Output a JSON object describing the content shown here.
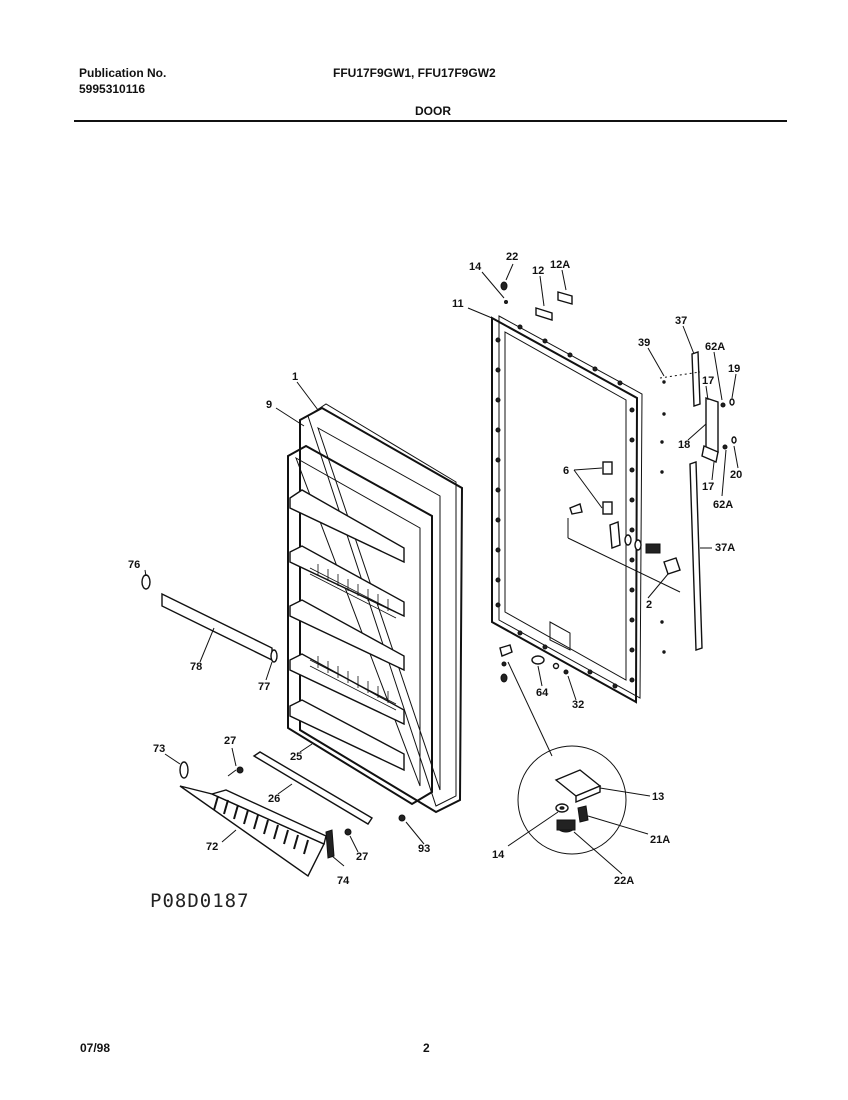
{
  "header": {
    "publication_label": "Publication No.",
    "publication_number": "5995310116",
    "models": "FFU17F9GW1, FFU17F9GW2",
    "section_title": "DOOR"
  },
  "callouts": [
    "1",
    "9",
    "76",
    "78",
    "77",
    "73",
    "27",
    "25",
    "26",
    "72",
    "74",
    "93",
    "14",
    "22",
    "12",
    "12A",
    "11",
    "39",
    "37",
    "62A",
    "19",
    "17",
    "18",
    "20",
    "62A",
    "17",
    "37A",
    "6",
    "2",
    "64",
    "32",
    "13",
    "21A",
    "22A",
    "14",
    "27"
  ],
  "drawing_code": "P08D0187",
  "footer": {
    "date": "07/98",
    "page": "2"
  }
}
